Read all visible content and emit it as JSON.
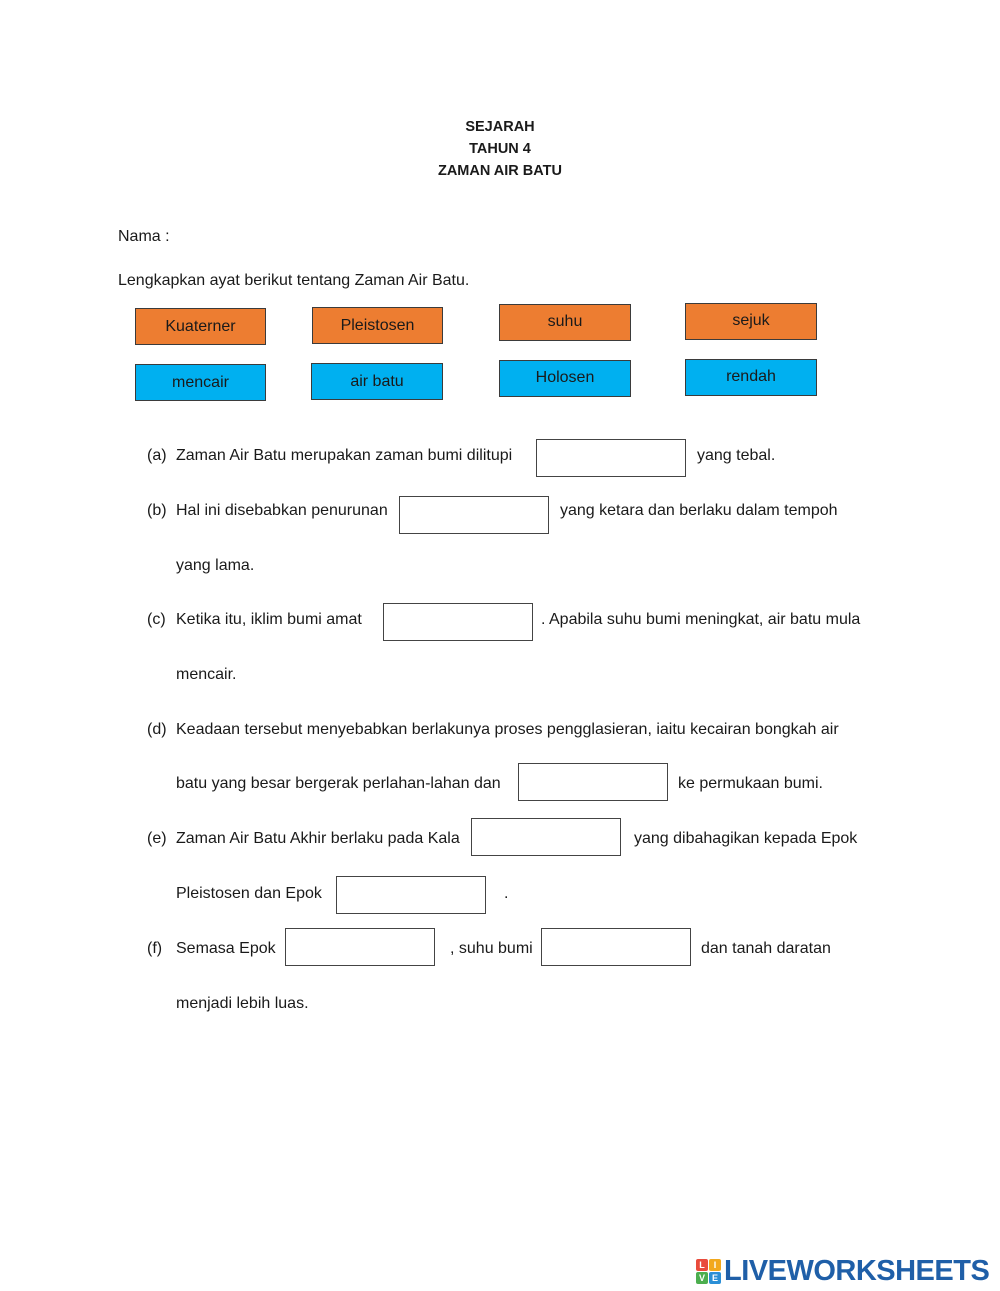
{
  "header": {
    "subject": "SEJARAH",
    "year": "TAHUN 4",
    "topic": "ZAMAN AIR BATU"
  },
  "name_label": "Nama :",
  "instruction": "Lengkapkan ayat berikut tentang Zaman Air Batu.",
  "word_bank": {
    "orange": [
      "Kuaterner",
      "Pleistosen",
      "suhu",
      "sejuk"
    ],
    "blue": [
      "mencair",
      "air batu",
      "Holosen",
      "rendah"
    ],
    "colors": {
      "orange": "#ed7d31",
      "blue": "#00b0f0"
    }
  },
  "questions": {
    "a": {
      "label": "(a)",
      "before": "Zaman Air Batu merupakan zaman bumi dilitupi",
      "after": "yang tebal."
    },
    "b": {
      "label": "(b)",
      "before": "Hal ini disebabkan penurunan",
      "after": "yang ketara dan berlaku dalam tempoh",
      "line2": "yang lama."
    },
    "c": {
      "label": "(c)",
      "before": "Ketika itu, iklim bumi amat",
      "after": ". Apabila suhu bumi meningkat, air batu mula",
      "line2": "mencair."
    },
    "d": {
      "label": "(d)",
      "line1": "Keadaan tersebut menyebabkan berlakunya proses pengglasieran, iaitu kecairan bongkah air",
      "before": "batu yang besar bergerak perlahan-lahan dan",
      "after": "ke permukaan bumi."
    },
    "e": {
      "label": "(e)",
      "before": "Zaman Air Batu Akhir berlaku pada Kala",
      "after": "yang dibahagikan kepada Epok",
      "before2": "Pleistosen dan Epok",
      "after2": "."
    },
    "f": {
      "label": "(f)",
      "before": "Semasa Epok",
      "middle": ", suhu bumi",
      "after": "dan tanah daratan",
      "line2": "menjadi lebih luas."
    }
  },
  "footer": {
    "logo_text": "LIVEWORKSHEETS",
    "logo_letters": [
      "L",
      "I",
      "V",
      "E"
    ]
  }
}
